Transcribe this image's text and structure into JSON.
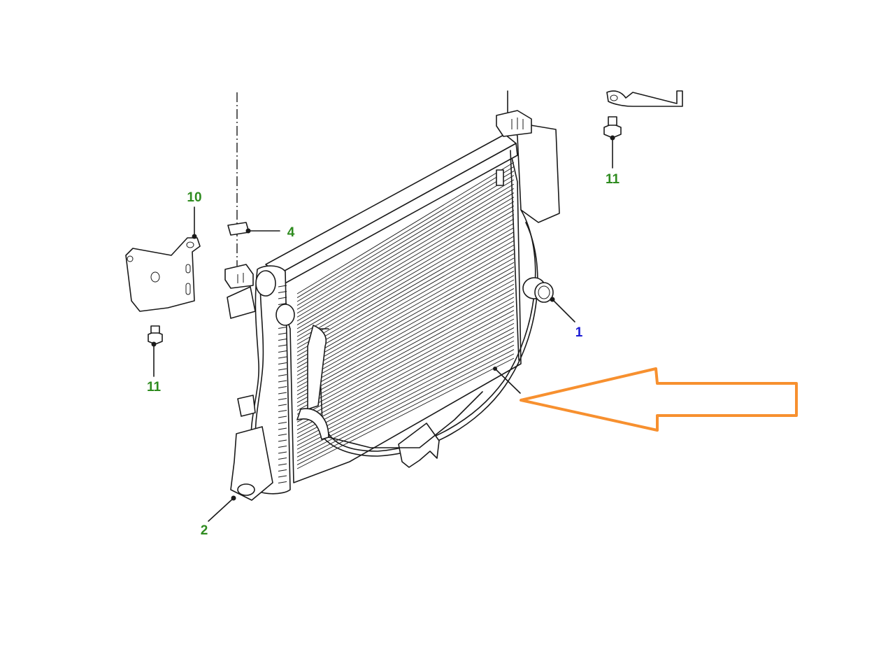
{
  "colors": {
    "callout_green": "#2e8b1f",
    "callout_blue": "#1a1ad4",
    "arrow_orange": "#f7902f",
    "line": "#1a1a1a"
  },
  "callouts": [
    {
      "id": "c1",
      "label": "1",
      "color": "blue"
    },
    {
      "id": "c2",
      "label": "2",
      "color": "green"
    },
    {
      "id": "c4",
      "label": "4",
      "color": "green"
    },
    {
      "id": "c10",
      "label": "10",
      "color": "green"
    },
    {
      "id": "c11a",
      "label": "11",
      "color": "green"
    },
    {
      "id": "c11b",
      "label": "11",
      "color": "green"
    }
  ],
  "icons": [
    "radiator-assembly",
    "fan-shroud",
    "mounting-bracket",
    "bolt",
    "clip",
    "highlight-arrow"
  ]
}
